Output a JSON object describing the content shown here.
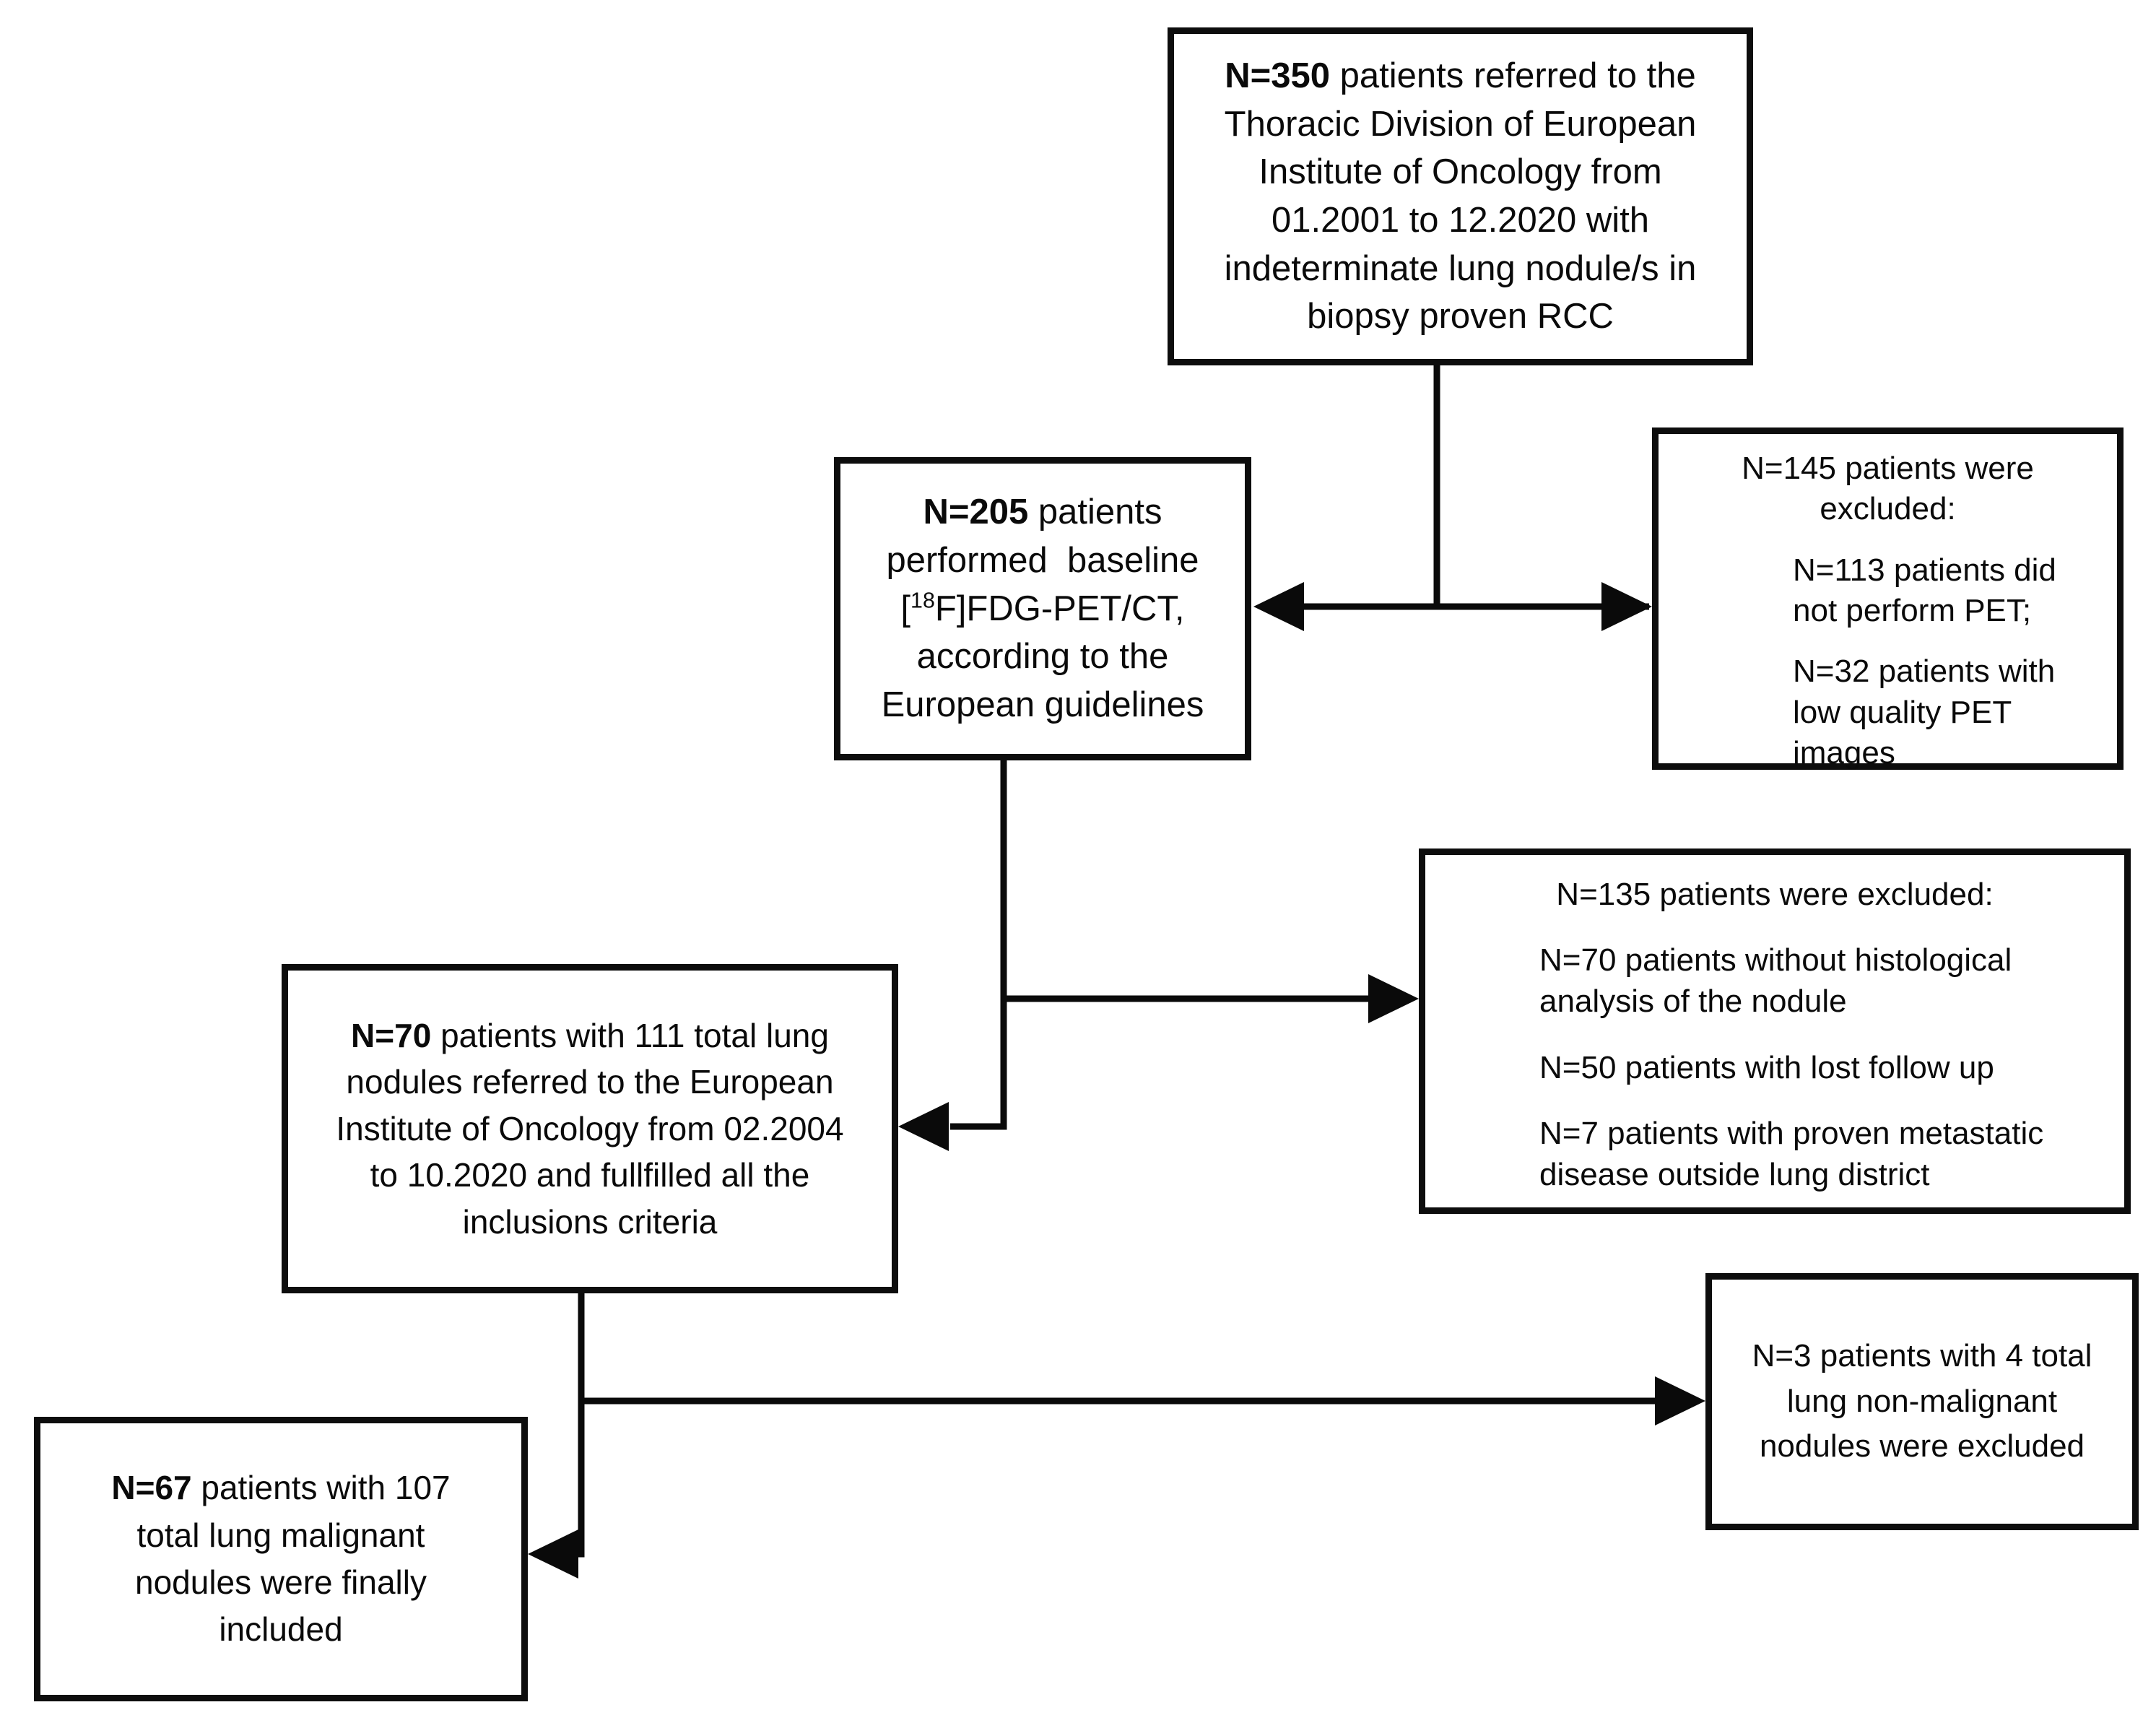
{
  "figure": {
    "background_color": "#ffffff",
    "line_color": "#0a0a0a",
    "box_border_color": "#0d0d0d",
    "description": "Patient inclusion/exclusion flow diagram"
  },
  "boxes": {
    "referred": {
      "lines": [
        [
          {
            "t": "N=350",
            "bold": true
          },
          {
            "t": " patients referred to the"
          }
        ],
        [
          {
            "t": "Thoracic Division of European"
          }
        ],
        [
          {
            "t": "Institute of Oncology from"
          }
        ],
        [
          {
            "t": "01.2001 to 12.2020 with"
          }
        ],
        [
          {
            "t": "indeterminate lung nodule/s in"
          }
        ],
        [
          {
            "t": "biopsy proven RCC"
          }
        ]
      ]
    },
    "pet": {
      "lines": [
        [
          {
            "t": "N=205",
            "bold": true
          },
          {
            "t": " patients"
          }
        ],
        [
          {
            "t": "performed  baseline"
          }
        ],
        [
          {
            "t": "["
          },
          {
            "t": "18",
            "sup": true
          },
          {
            "t": "F]FDG-PET/CT,"
          }
        ],
        [
          {
            "t": "according to the"
          }
        ],
        [
          {
            "t": "European guidelines"
          }
        ]
      ]
    },
    "excluded145": {
      "header_lines": [
        [
          {
            "t": "N=145 patients were"
          }
        ],
        [
          {
            "t": "excluded:"
          }
        ]
      ],
      "items": [
        {
          "lines": [
            [
              {
                "t": "N=113 patients did"
              }
            ],
            [
              {
                "t": "not perform PET;"
              }
            ]
          ]
        },
        {
          "lines": [
            [
              {
                "t": "N=32 patients with"
              }
            ],
            [
              {
                "t": "low quality PET"
              }
            ],
            [
              {
                "t": "images"
              }
            ]
          ]
        }
      ]
    },
    "included70": {
      "lines": [
        [
          {
            "t": "N=70",
            "bold": true
          },
          {
            "t": " patients with 111 total lung"
          }
        ],
        [
          {
            "t": "nodules referred to the European"
          }
        ],
        [
          {
            "t": "Institute of Oncology from 02.2004"
          }
        ],
        [
          {
            "t": "to 10.2020 and fullfilled all the"
          }
        ],
        [
          {
            "t": "inclusions criteria"
          }
        ]
      ]
    },
    "excluded135": {
      "header_lines": [
        [
          {
            "t": "N=135 patients were excluded:"
          }
        ]
      ],
      "items": [
        {
          "lines": [
            [
              {
                "t": "N=70 patients without histological"
              }
            ],
            [
              {
                "t": "analysis of the nodule"
              }
            ]
          ]
        },
        {
          "lines": [
            [
              {
                "t": "N=50 patients with lost follow up"
              }
            ]
          ]
        },
        {
          "lines": [
            [
              {
                "t": "N=7 patients with proven metastatic"
              }
            ],
            [
              {
                "t": "disease outside lung district"
              }
            ]
          ]
        }
      ]
    },
    "excluded3": {
      "lines": [
        [
          {
            "t": "N=3 patients with 4 total"
          }
        ],
        [
          {
            "t": "lung non-malignant"
          }
        ],
        [
          {
            "t": "nodules were excluded"
          }
        ]
      ]
    },
    "final67": {
      "lines": [
        [
          {
            "t": "N=67",
            "bold": true
          },
          {
            "t": " patients with 107"
          }
        ],
        [
          {
            "t": "total lung malignant"
          }
        ],
        [
          {
            "t": "nodules were finally"
          }
        ],
        [
          {
            "t": "included"
          }
        ]
      ]
    }
  }
}
